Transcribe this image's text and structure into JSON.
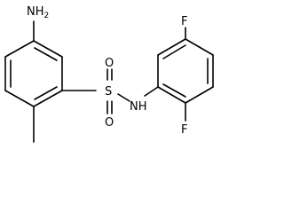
{
  "molecule": {
    "atoms": {
      "amine": {
        "symbol": "N",
        "hydrogens": "H",
        "hydrogen_count": "2"
      },
      "sulfur": {
        "symbol": "S"
      },
      "oxygen_top": {
        "symbol": "O"
      },
      "oxygen_bottom": {
        "symbol": "O"
      },
      "sulfonamide_nh": {
        "text": "NH"
      },
      "fluorine_top": {
        "symbol": "F"
      },
      "fluorine_bottom": {
        "symbol": "F"
      }
    }
  }
}
